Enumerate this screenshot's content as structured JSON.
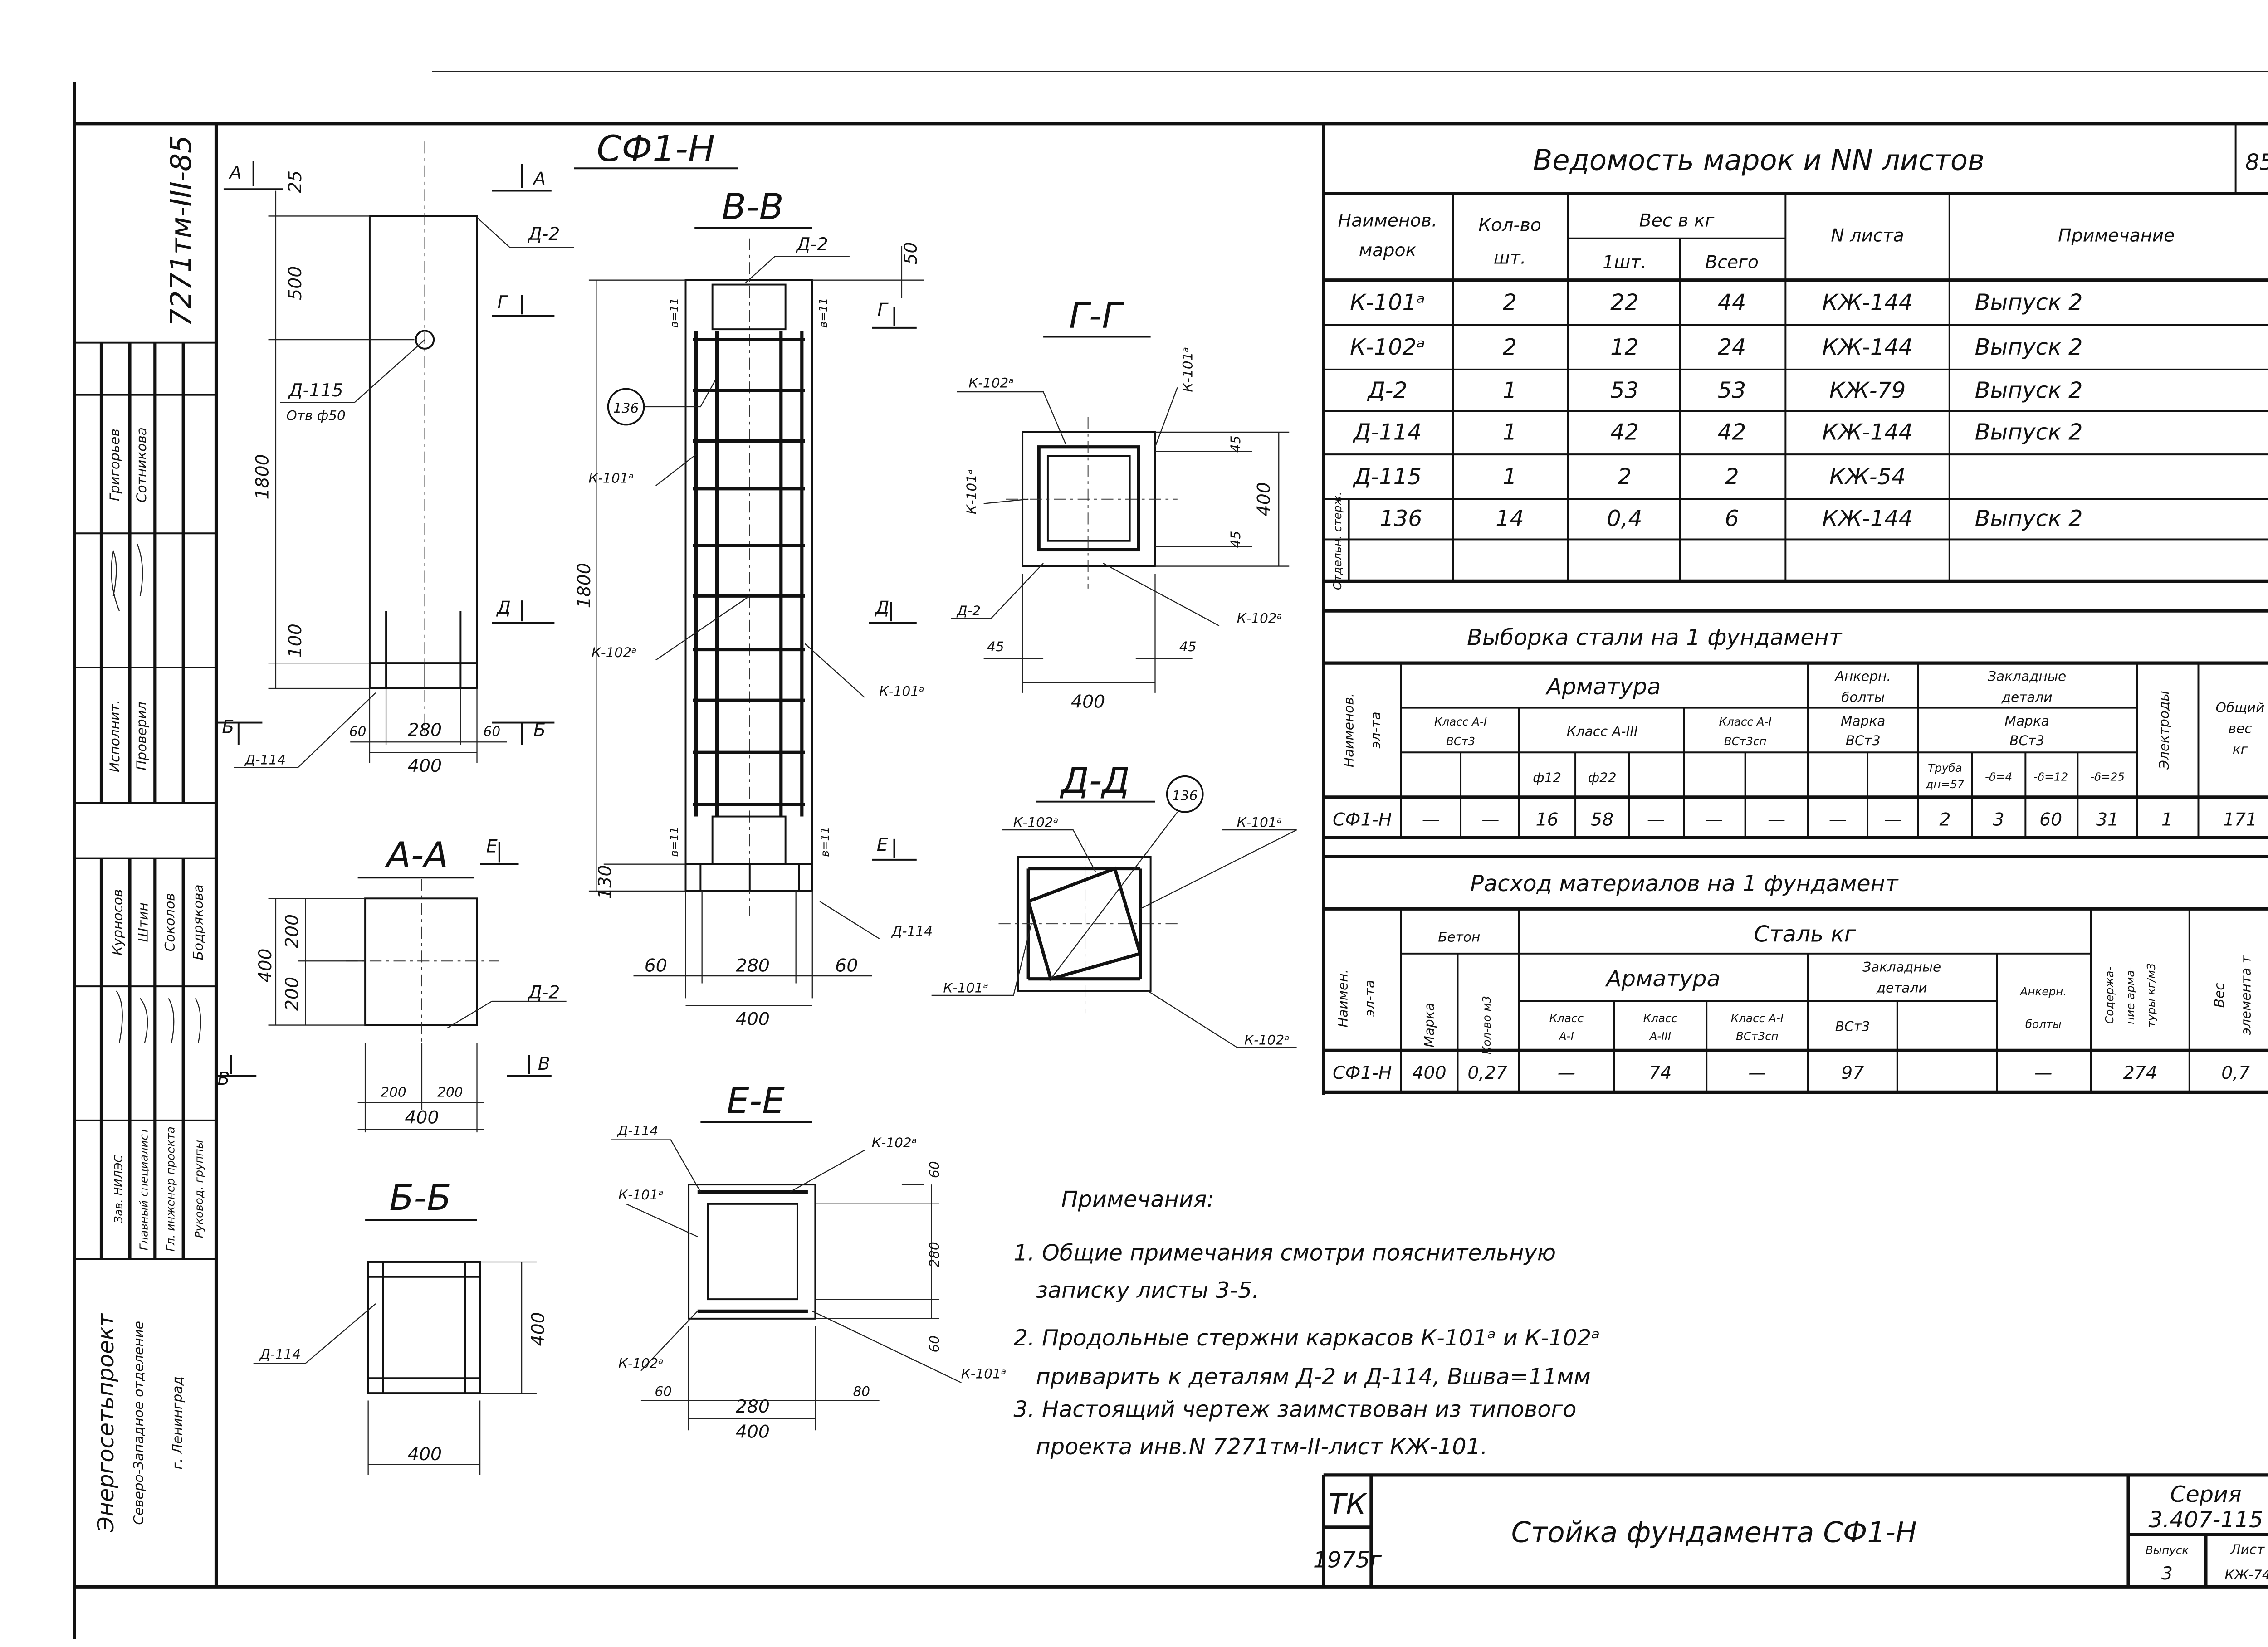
{
  "doc_number": "7271тм-III-85",
  "sheet_corner": "85",
  "stamp": {
    "org": [
      "Энергосетьпроект",
      "Северо-Западное отделение",
      "г. Ленинград"
    ],
    "roles": [
      "Зав. НИЛЭС",
      "Главный специалист",
      "Гл. инженер проекта",
      "Руковод. группы"
    ],
    "names": [
      "Курносов",
      "Штин",
      "Соколов",
      "Бодрякова"
    ],
    "roles2": [
      "Исполнит.",
      "Проверил"
    ],
    "names2": [
      "Григорьев",
      "Сотникова"
    ]
  },
  "views": {
    "elev": {
      "title": "СФ1-Н",
      "labels": [
        "А",
        "А",
        "25",
        "500",
        "1800",
        "100",
        "Д-2",
        "Д-115",
        "Отв ф50",
        "Г",
        "Д",
        "Б",
        "60",
        "280",
        "60",
        "Б",
        "400",
        "Д-114"
      ]
    },
    "bb": {
      "title": "В-В",
      "labels": [
        "Д-2",
        "50",
        "Г",
        "136",
        "К-101ᵃ",
        "1800",
        "Д",
        "К-102ᵃ",
        "К-101ᵃ",
        "Е",
        "130",
        "Д-114",
        "60",
        "280",
        "60",
        "400",
        "в=11",
        "в=11",
        "в=11",
        "в=11"
      ]
    },
    "gg": {
      "title": "Г-Г",
      "labels": [
        "К-102ᵃ",
        "К-101ᵃ",
        "К-101ᵃ",
        "45",
        "400",
        "45",
        "Д-2",
        "К-102ᵃ",
        "45",
        "45",
        "400"
      ]
    },
    "dd": {
      "title": "Д-Д",
      "labels": [
        "К-102ᵃ",
        "136",
        "К-101ᵃ",
        "К-101ᵃ",
        "К-102ᵃ"
      ]
    },
    "aa": {
      "title": "А-А",
      "labels": [
        "Е",
        "400",
        "200",
        "200",
        "Д-2",
        "В",
        "В",
        "200",
        "200",
        "400"
      ]
    },
    "bbb": {
      "title": "Б-Б",
      "labels": [
        "Д-114",
        "400",
        "400"
      ]
    },
    "ee": {
      "title": "Е-Е",
      "labels": [
        "Д-114",
        "К-102ᵃ",
        "60",
        "К-101ᵃ",
        "280",
        "60",
        "К-102ᵃ",
        "К-101ᵃ",
        "60",
        "280",
        "80",
        "400"
      ]
    }
  },
  "table_marks": {
    "title": "Ведомость марок и NN листов",
    "headers": [
      "Наименов.",
      "марок",
      "Кол-во",
      "шт.",
      "Вес в кг",
      "1шт.",
      "Всего",
      "N листа",
      "Примечание"
    ],
    "side_label": "Отдельн. стерж.",
    "rows": [
      [
        "К-101ᵃ",
        "2",
        "22",
        "44",
        "КЖ-144",
        "Выпуск 2"
      ],
      [
        "К-102ᵃ",
        "2",
        "12",
        "24",
        "КЖ-144",
        "Выпуск 2"
      ],
      [
        "Д-2",
        "1",
        "53",
        "53",
        "КЖ-79",
        "Выпуск 2"
      ],
      [
        "Д-114",
        "1",
        "42",
        "42",
        "КЖ-144",
        "Выпуск 2"
      ],
      [
        "Д-115",
        "1",
        "2",
        "2",
        "КЖ-54",
        ""
      ],
      [
        "136",
        "14",
        "0,4",
        "6",
        "КЖ-144",
        "Выпуск 2"
      ]
    ]
  },
  "table_steel": {
    "title": "Выборка стали на 1 фундамент",
    "headers": [
      "Наименов.",
      "эл-та",
      "Арматура",
      "Анкерн.",
      "болты",
      "Закладные",
      "детали",
      "Электроды",
      "Общий",
      "вес",
      "кг",
      "Класс А-I",
      "ВСт3",
      "Класс А-III",
      "Класс А-I",
      "ВСт3сп",
      "Марка",
      "ВСт3",
      "Марка",
      "ВСт3",
      "ф12",
      "ф22",
      "Труба",
      "дн=57",
      "-δ=4",
      "-δ=12",
      "-δ=25"
    ],
    "row": [
      "СФ1-Н",
      "—",
      "—",
      "16",
      "58",
      "—",
      "—",
      "—",
      "—",
      "—",
      "2",
      "3",
      "60",
      "31",
      "1",
      "171"
    ]
  },
  "table_materials": {
    "title": "Расход материалов на 1 фундамент",
    "headers": [
      "Наимен.",
      "эл-та",
      "Бетон",
      "Сталь кг",
      "Марка",
      "Кол-во м3",
      "Арматура",
      "Закладные",
      "детали",
      "Анкерн.",
      "болты",
      "Содержа-",
      "ние арма-",
      "туры кг/м3",
      "Вес",
      "элемента т",
      "Класс",
      "А-I",
      "Класс",
      "А-III",
      "Класс А-I",
      "ВСт3сп",
      "ВСт3"
    ],
    "row": [
      "СФ1-Н",
      "400",
      "0,27",
      "—",
      "74",
      "—",
      "97",
      "",
      "—",
      "274",
      "0,7"
    ]
  },
  "notes": {
    "title": "Примечания:",
    "lines": [
      "1. Общие примечания смотри пояснительную",
      "записку листы 3-5.",
      "2. Продольные стержни каркасов К-101ᵃ и К-102ᵃ",
      "приварить к деталям Д-2 и Д-114, Вшва=11мм",
      "3. Настоящий чертеж заимствован из типового",
      "проекта инв.N 7271тм-II-лист КЖ-101."
    ]
  },
  "title_block": {
    "org_code": "ТК",
    "year": "1975г",
    "title": "Стойка фундамента СФ1-Н",
    "series_label": "Серия",
    "series": "3.407-115",
    "issue_label": "Выпуск",
    "issue": "3",
    "sheet_label": "Лист",
    "sheet": "КЖ-74"
  }
}
